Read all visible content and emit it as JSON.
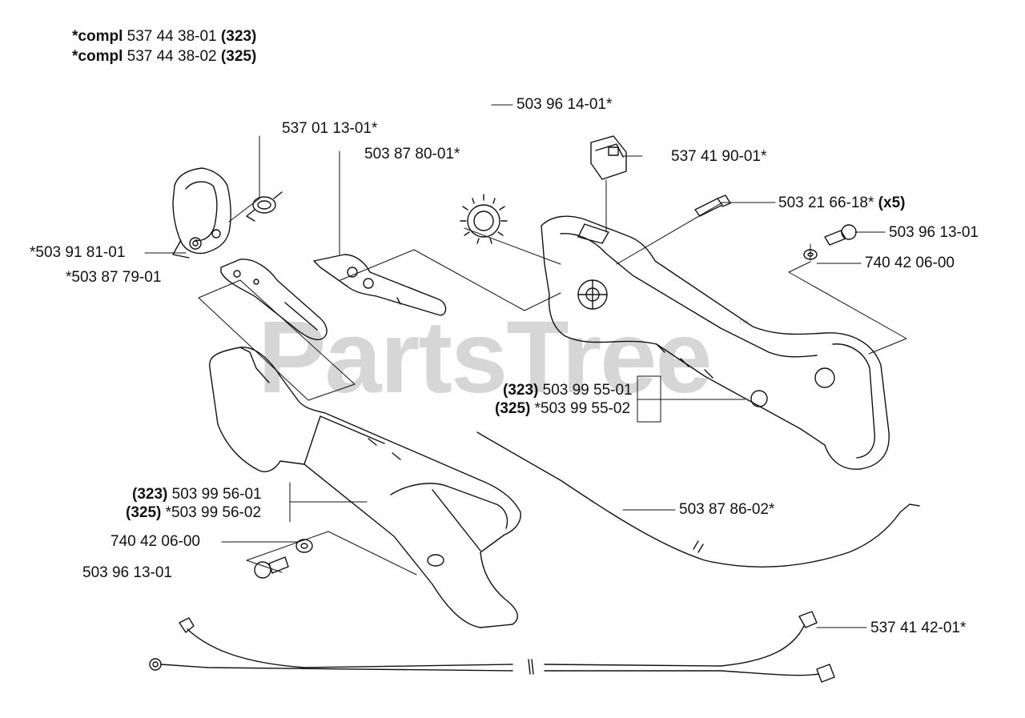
{
  "header": {
    "line1": {
      "prefix": "*compl",
      "part": "537 44 38-01",
      "model": "(323)"
    },
    "line2": {
      "prefix": "*compl",
      "part": "537 44 38-02",
      "model": "(325)"
    }
  },
  "watermark": {
    "text": "PartsTree",
    "trademark": "™"
  },
  "labels": {
    "p_503961401": "503 96 14-01*",
    "p_537011301": "537 01 13-01*",
    "p_503878001": "503 87 80-01*",
    "p_537419001": "537 41 90-01*",
    "p_503216618": "503 21 66-18*",
    "p_503216618_qty": "(x5)",
    "p_503961301_a": "503 96 13-01",
    "p_740420600_a": "740 42 06-00",
    "p_503918101": "*503 91 81-01",
    "p_503877901": "*503 87 79-01",
    "p_503995501_model": "(323)",
    "p_503995501": "503 99 55-01",
    "p_503995502_model": "(325)",
    "p_503995502": "*503 99 55-02",
    "p_503995601_model": "(323)",
    "p_503995601": "503 99 56-01",
    "p_503995602_model": "(325)",
    "p_503995602": "*503 99 56-02",
    "p_503878602": "503 87 86-02*",
    "p_740420600_b": "740 42 06-00",
    "p_503961301_b": "503 96 13-01",
    "p_537414201": "537 41 42-01*"
  },
  "colors": {
    "ink": "#111111",
    "watermark": "#cfcfcf",
    "background": "#ffffff"
  }
}
